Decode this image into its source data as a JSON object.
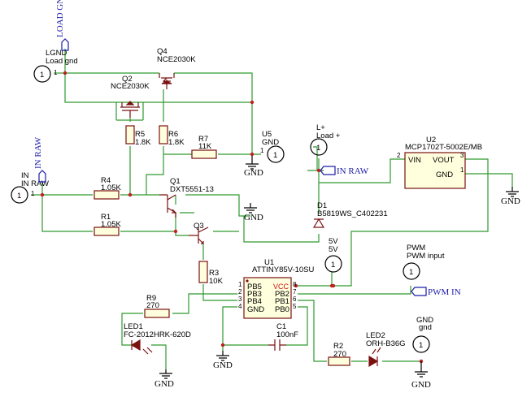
{
  "components": {
    "LGND": {
      "ref": "LGND",
      "value": "Load gnd",
      "pin": "1"
    },
    "IN": {
      "ref": "IN",
      "value": "IN RAW",
      "pin": "1"
    },
    "LPLUS": {
      "ref": "L+",
      "value": "Load +",
      "pin": "1"
    },
    "U5": {
      "ref": "U5",
      "value": "GND",
      "pin": "1"
    },
    "V5": {
      "ref": "5V",
      "value": "5V",
      "pin": "1"
    },
    "PWM": {
      "ref": "PWM",
      "value": "PWM input",
      "pin": "1"
    },
    "GNDC": {
      "ref": "GND",
      "value": "gnd",
      "pin": "1"
    },
    "Q4": {
      "ref": "Q4",
      "value": "NCE2030K"
    },
    "Q2": {
      "ref": "Q2",
      "value": "NCE2030K"
    },
    "Q1": {
      "ref": "Q1",
      "value": "DXT5551-13"
    },
    "Q3": {
      "ref": "Q3",
      "value": ""
    },
    "R1": {
      "ref": "R1",
      "value": "1.05K"
    },
    "R2": {
      "ref": "R2",
      "value": "270"
    },
    "R3": {
      "ref": "R3",
      "value": "10K"
    },
    "R4": {
      "ref": "R4",
      "value": "1.05K"
    },
    "R5": {
      "ref": "R5",
      "value": "1.8K"
    },
    "R6": {
      "ref": "R6",
      "value": "1.8K"
    },
    "R7": {
      "ref": "R7",
      "value": "11K"
    },
    "R9": {
      "ref": "R9",
      "value": "270"
    },
    "D1": {
      "ref": "D1",
      "value": "B5819WS_C402231"
    },
    "LED1": {
      "ref": "LED1",
      "value": "FC-2012HRK-620D"
    },
    "LED2": {
      "ref": "LED2",
      "value": "ORH-B36G"
    },
    "C1": {
      "ref": "C1",
      "value": "100nF"
    },
    "U1": {
      "ref": "U1",
      "value": "ATTINY85V-10SU",
      "pins_left": [
        "PB5",
        "PB3",
        "PB4",
        "GND"
      ],
      "pins_left_num": [
        "1",
        "2",
        "3",
        "4"
      ],
      "pins_right": [
        "VCC",
        "PB2",
        "PB1",
        "PB0"
      ],
      "pins_right_num": [
        "8",
        "7",
        "6",
        "5"
      ]
    },
    "U2": {
      "ref": "U2",
      "value": "MCP1702T-5002E/MB",
      "pin_vin": "VIN",
      "pin_vout": "VOUT",
      "pin_gnd": "GND",
      "num_vin": "2",
      "num_vout": "3",
      "num_gnd": "1"
    }
  },
  "net_labels": {
    "load_gnd": "LOAD GND",
    "in_raw_top": "IN RAW",
    "in_raw_right": "IN RAW",
    "pwm_in": "PWM IN"
  },
  "ground_label": "GND",
  "colors": {
    "wire": "#2f9a2f",
    "component": "#7a1010",
    "net_label": "#1c1caa",
    "junction": "#c02020",
    "vcc_pin": "#cc1010"
  }
}
